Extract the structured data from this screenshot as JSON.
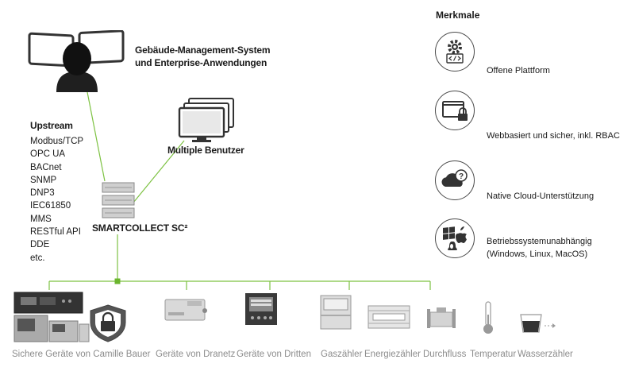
{
  "header": {
    "gms_line1": "Gebäude-Management-System",
    "gms_line2": "und Enterprise-Anwendungen",
    "multiple_users": "Multiple Benutzer",
    "smartcollect": "SMARTCOLLECT SC²"
  },
  "upstream": {
    "title": "Upstream",
    "protocols": [
      "Modbus/TCP",
      "OPC UA",
      "BACnet",
      "SNMP",
      "DNP3",
      "IEC61850",
      "MMS",
      "RESTful API",
      "DDE",
      "etc."
    ]
  },
  "features": {
    "title": "Merkmale",
    "items": [
      {
        "icon": "gear-code-icon",
        "label": "Offene Plattform"
      },
      {
        "icon": "browser-lock-icon",
        "label": "Webbasiert und sicher, inkl. RBAC"
      },
      {
        "icon": "cloud-question-icon",
        "label": "Native Cloud-Unterstützung"
      },
      {
        "icon": "os-logos-icon",
        "label_line1": "Betriebssystemunabhängig",
        "label_line2": "(Windows, Linux, MacOS)"
      }
    ]
  },
  "devices": {
    "labels": [
      "Sichere Geräte von Camille Bauer",
      "Geräte von Dranetz",
      "Geräte von Dritten",
      "Gaszähler",
      "Energiezähler",
      "Durchfluss",
      "Temperatur",
      "Wasserzähler"
    ]
  },
  "colors": {
    "connector": "#7dc242",
    "hub": "#6bb52e",
    "text": "#1a1a1a",
    "device_label": "#8c8c8c"
  }
}
